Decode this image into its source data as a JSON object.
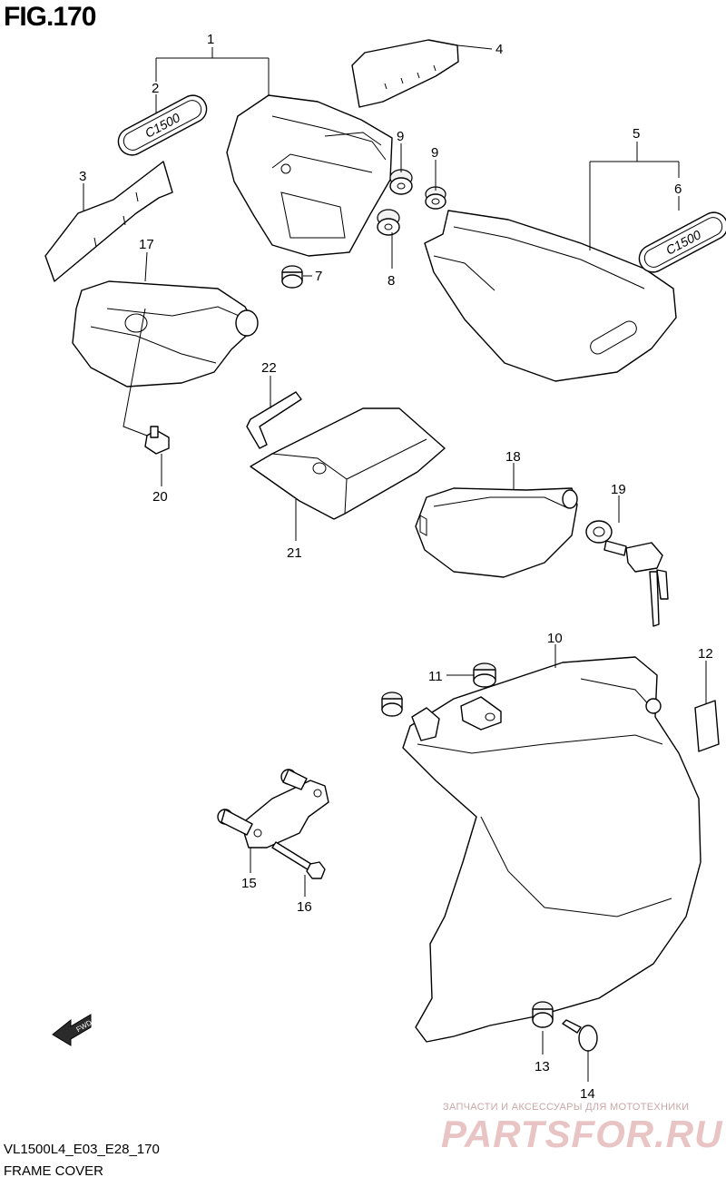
{
  "figure": {
    "title": "FIG.170",
    "footer_code": "VL1500L4_E03_E28_170",
    "footer_name": "FRAME COVER"
  },
  "emblem_text": "C1500",
  "fwd_label": "FWD",
  "watermark": {
    "tagline": "ЗАПЧАСТИ И АКСЕССУАРЫ ДЛЯ МОТОТЕХНИКИ",
    "logo": "PARTSFOR.RU"
  },
  "callouts": {
    "c1": "1",
    "c2": "2",
    "c3": "3",
    "c4": "4",
    "c5": "5",
    "c6": "6",
    "c7": "7",
    "c8": "8",
    "c9a": "9",
    "c9b": "9",
    "c10": "10",
    "c11": "11",
    "c12": "12",
    "c13": "13",
    "c14": "14",
    "c15": "15",
    "c16": "16",
    "c17": "17",
    "c18": "18",
    "c19": "19",
    "c20": "20",
    "c21": "21",
    "c22": "22"
  },
  "colors": {
    "line": "#000000",
    "watermark": "#e8c4c4",
    "background": "#ffffff"
  }
}
